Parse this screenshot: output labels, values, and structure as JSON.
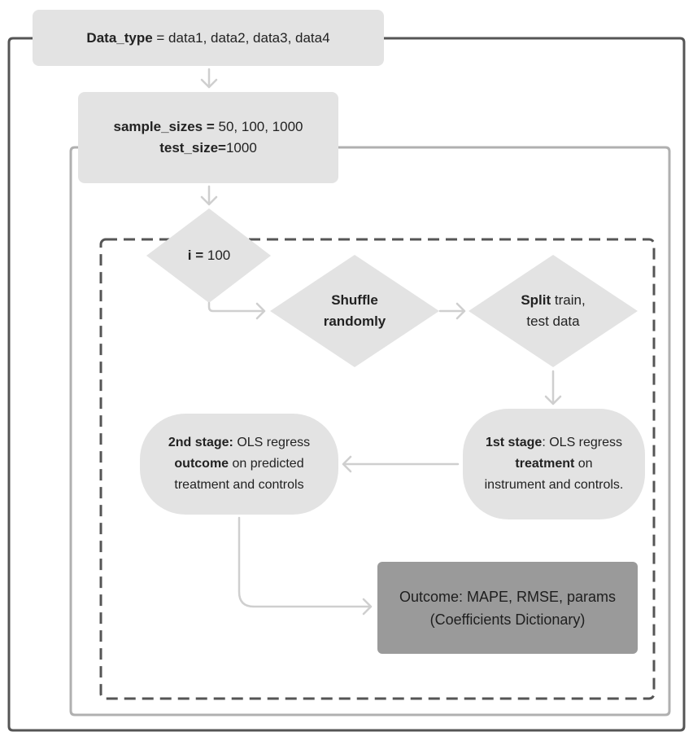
{
  "data_type_box": {
    "key": "Data_type",
    "rest": " = data1, data2, data3, data4"
  },
  "sample_box": {
    "line1_bold": "sample_sizes =",
    "line1_rest": " 50, 100, 1000",
    "line2_bold": "test_size=",
    "line2_rest": "1000"
  },
  "loop_node": {
    "bold": "i =",
    "rest": " 100"
  },
  "shuffle_node": {
    "line1": "Shuffle",
    "line2": "randomly"
  },
  "split_node": {
    "bold": "Split",
    "rest": " train,",
    "line2": "test data"
  },
  "first_stage": {
    "bold": "1st stage",
    "rest": ": OLS regress",
    "line2_bold": "treatment",
    "line2_rest": " on",
    "line3": "instrument and controls."
  },
  "second_stage": {
    "bold": "2nd stage:",
    "rest": " OLS regress",
    "line2_bold": "outcome",
    "line2_rest": " on predicted",
    "line3": "treatment and controls"
  },
  "outcome_box": {
    "line1": "Outcome: MAPE, RMSE, params",
    "line2": "(Coefficients Dictionary)"
  },
  "colors": {
    "node_fill": "#e3e3e3",
    "outcome_fill": "#9a9a9a",
    "outer_frame": "#555555",
    "middle_frame": "#b0b0b0",
    "dashed_frame": "#555555",
    "arrow": "#cfcfcf"
  }
}
